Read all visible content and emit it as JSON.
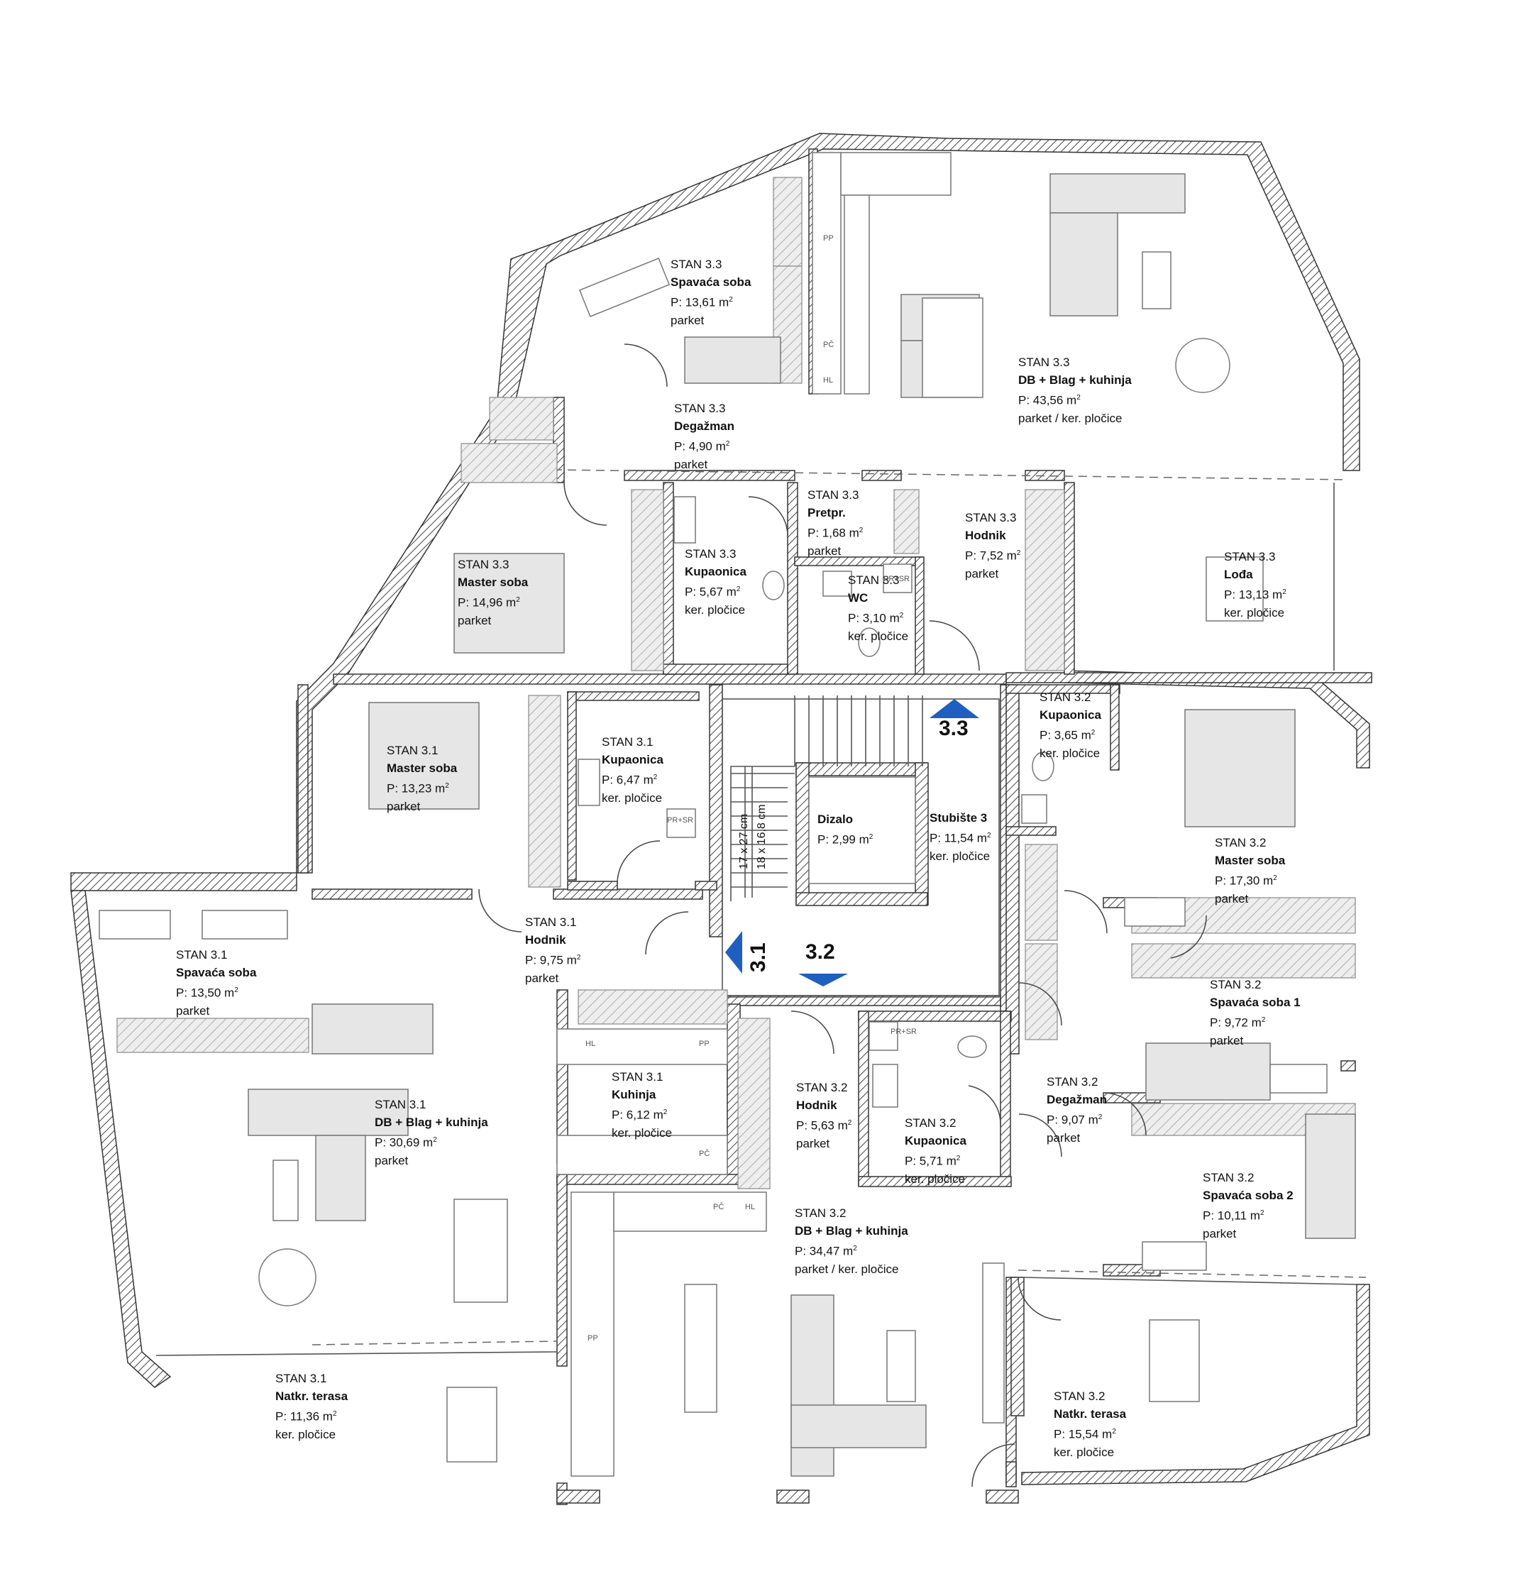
{
  "rooms": {
    "s33_spavaca": {
      "stan": "STAN 3.3",
      "name": "Spavaća soba",
      "area": "P: 13,61 m",
      "floor": "parket"
    },
    "s33_db": {
      "stan": "STAN 3.3",
      "name": "DB + Blag + kuhinja",
      "area": "P: 43,56 m",
      "floor": "parket / ker. pločice"
    },
    "s33_degazman": {
      "stan": "STAN 3.3",
      "name": "Degažman",
      "area": "P: 4,90 m",
      "floor": "parket"
    },
    "s33_pretpr": {
      "stan": "STAN 3.3",
      "name": "Pretpr.",
      "area": "P: 1,68 m",
      "floor": "parket"
    },
    "s33_hodnik": {
      "stan": "STAN 3.3",
      "name": "Hodnik",
      "area": "P: 7,52 m",
      "floor": "parket"
    },
    "s33_master": {
      "stan": "STAN 3.3",
      "name": "Master soba",
      "area": "P: 14,96 m",
      "floor": "parket"
    },
    "s33_kupaonica": {
      "stan": "STAN 3.3",
      "name": "Kupaonica",
      "area": "P: 5,67 m",
      "floor": "ker. pločice"
    },
    "s33_wc": {
      "stan": "STAN 3.3",
      "name": "WC",
      "area": "P: 3,10 m",
      "floor": "ker. pločice"
    },
    "s33_loda": {
      "stan": "STAN 3.3",
      "name": "Lođa",
      "area": "P: 13,13 m",
      "floor": "ker. pločice"
    },
    "s31_master": {
      "stan": "STAN 3.1",
      "name": "Master soba",
      "area": "P: 13,23 m",
      "floor": "parket"
    },
    "s31_kupaonica": {
      "stan": "STAN 3.1",
      "name": "Kupaonica",
      "area": "P: 6,47 m",
      "floor": "ker. pločice"
    },
    "dizalo": {
      "stan": "",
      "name": "Dizalo",
      "area": "P: 2,99 m",
      "floor": ""
    },
    "stubiste": {
      "stan": "",
      "name": "Stubište 3",
      "area": "P: 11,54 m",
      "floor": "ker. pločice"
    },
    "s32_kupaonica_top": {
      "stan": "STAN 3.2",
      "name": "Kupaonica",
      "area": "P: 3,65 m",
      "floor": "ker. pločice"
    },
    "s32_master": {
      "stan": "STAN 3.2",
      "name": "Master soba",
      "area": "P: 17,30 m",
      "floor": "parket"
    },
    "s31_spavaca": {
      "stan": "STAN 3.1",
      "name": "Spavaća soba",
      "area": "P: 13,50 m",
      "floor": "parket"
    },
    "s31_hodnik": {
      "stan": "STAN 3.1",
      "name": "Hodnik",
      "area": "P: 9,75 m",
      "floor": "parket"
    },
    "s32_spavaca1": {
      "stan": "STAN 3.2",
      "name": "Spavaća soba 1",
      "area": "P: 9,72 m",
      "floor": "parket"
    },
    "s31_kuhinja": {
      "stan": "STAN 3.1",
      "name": "Kuhinja",
      "area": "P: 6,12 m",
      "floor": "ker. pločice"
    },
    "s31_db": {
      "stan": "STAN 3.1",
      "name": "DB + Blag + kuhinja",
      "area": "P: 30,69 m",
      "floor": "parket"
    },
    "s32_hodnik": {
      "stan": "STAN 3.2",
      "name": "Hodnik",
      "area": "P: 5,63 m",
      "floor": "parket"
    },
    "s32_kupaonica": {
      "stan": "STAN 3.2",
      "name": "Kupaonica",
      "area": "P: 5,71 m",
      "floor": "ker. pločice"
    },
    "s32_degazman": {
      "stan": "STAN 3.2",
      "name": "Degažman",
      "area": "P: 9,07 m",
      "floor": "parket"
    },
    "s32_spavaca2": {
      "stan": "STAN 3.2",
      "name": "Spavaća soba 2",
      "area": "P: 10,11 m",
      "floor": "parket"
    },
    "s32_db": {
      "stan": "STAN 3.2",
      "name": "DB + Blag + kuhinja",
      "area": "P: 34,47 m",
      "floor": "parket / ker. pločice"
    },
    "s31_terasa": {
      "stan": "STAN 3.1",
      "name": "Natkr. terasa",
      "area": "P: 11,36 m",
      "floor": "ker. pločice"
    },
    "s32_terasa": {
      "stan": "STAN 3.2",
      "name": "Natkr. terasa",
      "area": "P: 15,54 m",
      "floor": "ker. pločice"
    }
  },
  "area_unit_sup": "2",
  "core": {
    "num_33": "3.3",
    "num_31": "3.1",
    "num_32": "3.2"
  },
  "stair": {
    "dim_a": "17 x 27 cm",
    "dim_b": "18 x 16,8 cm"
  },
  "fixtures": {
    "pp": "PP",
    "pc": "PČ",
    "hl": "HL",
    "prsr": "PR+SR"
  },
  "colors": {
    "wall_hatch": "#333333",
    "furniture": "#e6e6e6",
    "core_arrow": "#1f5fbf"
  }
}
